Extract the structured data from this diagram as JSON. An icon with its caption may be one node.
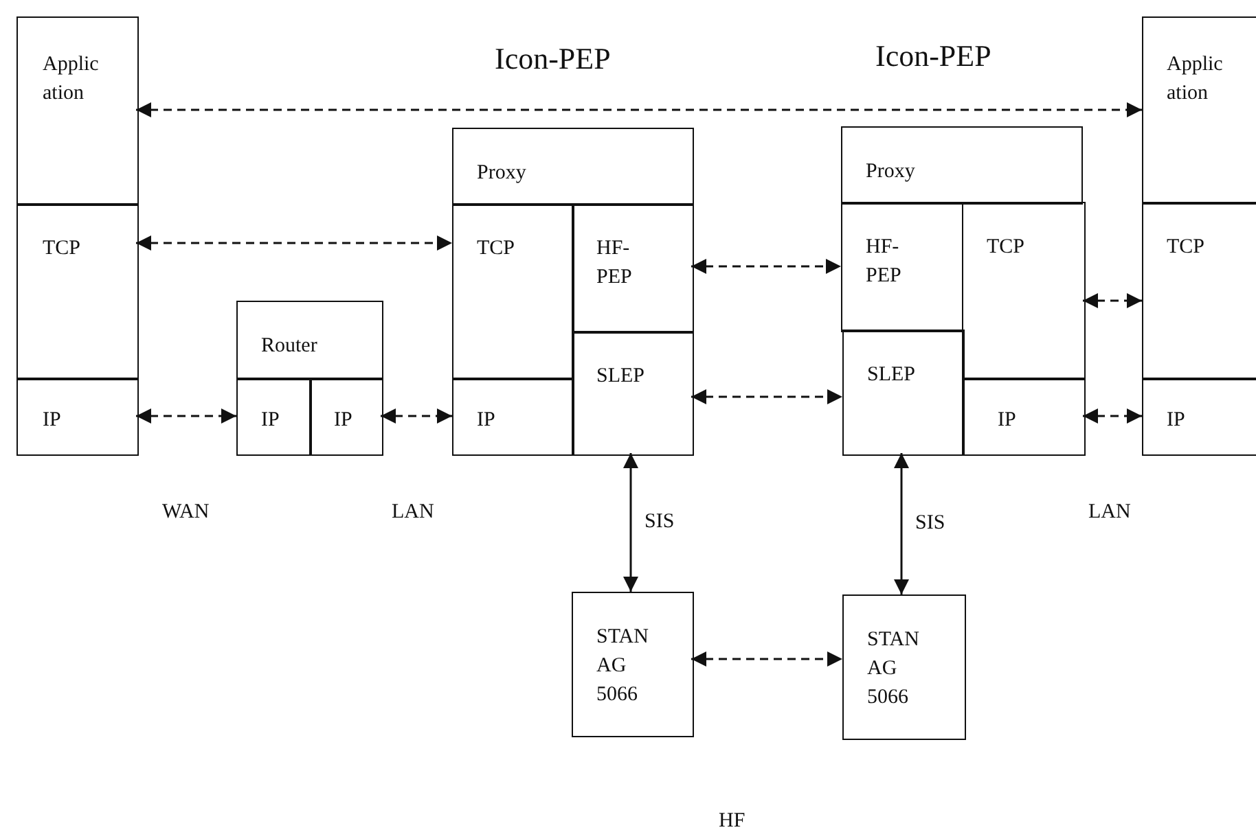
{
  "diagram": {
    "nodes": [
      {
        "text": [
          "Applic ation"
        ]
      },
      {
        "text": [
          "TCP"
        ]
      },
      {
        "text": [
          "IP"
        ]
      },
      {
        "text": [
          "Router"
        ]
      },
      {
        "text": [
          "IP"
        ]
      },
      {
        "text": [
          "IP"
        ]
      },
      {
        "text": [
          "Proxy"
        ]
      },
      {
        "text": [
          "TCP"
        ]
      },
      {
        "text": [
          "HF- PEP"
        ]
      },
      {
        "text": [
          "SLEP"
        ]
      },
      {
        "text": [
          "IP"
        ]
      },
      {
        "text": [
          "Proxy"
        ]
      },
      {
        "text": [
          "HF- PEP"
        ]
      },
      {
        "text": [
          "SLEP"
        ]
      },
      {
        "text": [
          "TCP"
        ]
      },
      {
        "text": [
          "IP"
        ]
      },
      {
        "text": [
          "Applic ation"
        ]
      },
      {
        "text": [
          "TCP"
        ]
      },
      {
        "text": [
          "IP"
        ]
      },
      {
        "text": [
          "STAN AG 5066"
        ]
      },
      {
        "text": [
          "STAN AG 5066"
        ]
      }
    ],
    "edges": [
      {
        "from": 0,
        "to": 16,
        "arrow": "both",
        "style": "dashed"
      },
      {
        "from": 1,
        "to": 7,
        "arrow": "both",
        "style": "dashed"
      },
      {
        "from": 2,
        "to": 4,
        "arrow": "both",
        "style": "dashed"
      },
      {
        "from": 5,
        "to": 10,
        "arrow": "both",
        "style": "dashed"
      },
      {
        "from": 8,
        "to": 12,
        "arrow": "both",
        "style": "dashed"
      },
      {
        "from": 9,
        "to": 13,
        "arrow": "both",
        "style": "dashed"
      },
      {
        "from": 9,
        "to": 19,
        "arrow": "both",
        "label": "SIS"
      },
      {
        "from": 13,
        "to": 20,
        "arrow": "both",
        "label": "SIS"
      },
      {
        "from": 14,
        "to": 17,
        "arrow": "both",
        "style": "dashed"
      },
      {
        "from": 15,
        "to": 18,
        "arrow": "both",
        "style": "dashed"
      },
      {
        "from": 19,
        "to": 20,
        "arrow": "both",
        "style": "dashed"
      }
    ],
    "labels": [
      "Icon-PEP",
      "Icon-PEP",
      "WAN",
      "LAN",
      "LAN",
      "HF"
    ]
  }
}
